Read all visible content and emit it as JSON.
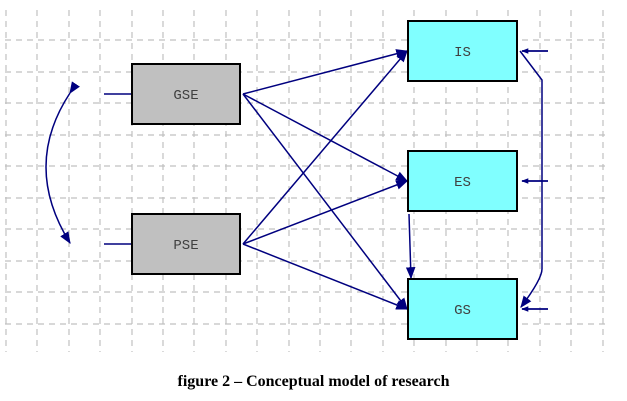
{
  "figure": {
    "caption": "figure 2 – Conceptual model of research",
    "type": "path-diagram"
  },
  "colors": {
    "grid": "#c0c0c0",
    "arrow": "#00007f",
    "exogenous_fill": "#c0c0c0",
    "endogenous_fill": "#80ffff",
    "border": "#000000",
    "label_text": "#404040"
  },
  "nodes": [
    {
      "id": "GSE",
      "label": "GSE",
      "kind": "exogenous"
    },
    {
      "id": "PSE",
      "label": "PSE",
      "kind": "exogenous"
    },
    {
      "id": "IS",
      "label": "IS",
      "kind": "endogenous"
    },
    {
      "id": "ES",
      "label": "ES",
      "kind": "endogenous"
    },
    {
      "id": "GS",
      "label": "GS",
      "kind": "endogenous"
    }
  ],
  "edges": [
    {
      "from": "GSE",
      "to": "IS"
    },
    {
      "from": "GSE",
      "to": "ES"
    },
    {
      "from": "GSE",
      "to": "GS"
    },
    {
      "from": "PSE",
      "to": "IS"
    },
    {
      "from": "PSE",
      "to": "ES"
    },
    {
      "from": "PSE",
      "to": "GS"
    },
    {
      "from": "ES",
      "to": "GS"
    },
    {
      "from": "IS",
      "to": "GS"
    }
  ],
  "covariances": [
    {
      "between": [
        "GSE",
        "PSE"
      ]
    }
  ],
  "error_terms": [
    "IS",
    "ES",
    "GS"
  ]
}
